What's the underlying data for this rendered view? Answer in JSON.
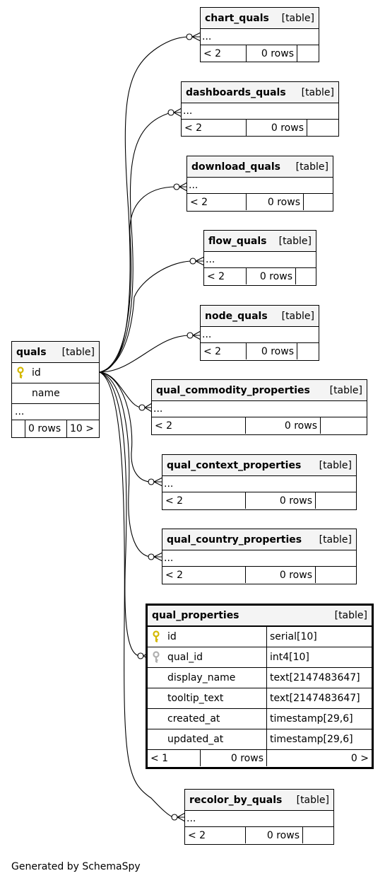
{
  "footer": "Generated by SchemaSpy",
  "quals": {
    "name": "quals",
    "type": "[table]",
    "columns": [
      {
        "name": "id",
        "key": "pk"
      },
      {
        "name": "name",
        "key": ""
      }
    ],
    "ellipsis": "...",
    "rows": "0 rows",
    "nav": "10 >"
  },
  "qual_properties": {
    "name": "qual_properties",
    "type": "[table]",
    "columns": [
      {
        "name": "id",
        "type": "serial[10]",
        "key": "pk"
      },
      {
        "name": "qual_id",
        "type": "int4[10]",
        "key": "fk"
      },
      {
        "name": "display_name",
        "type": "text[2147483647]",
        "key": ""
      },
      {
        "name": "tooltip_text",
        "type": "text[2147483647]",
        "key": ""
      },
      {
        "name": "created_at",
        "type": "timestamp[29,6]",
        "key": ""
      },
      {
        "name": "updated_at",
        "type": "timestamp[29,6]",
        "key": ""
      }
    ],
    "nav_left": "< 1",
    "rows": "0 rows",
    "nav_right": "0 >"
  },
  "child_tables": [
    {
      "name": "chart_quals",
      "type": "[table]",
      "ellipsis": "...",
      "nav": "< 2",
      "rows": "0 rows"
    },
    {
      "name": "dashboards_quals",
      "type": "[table]",
      "ellipsis": "...",
      "nav": "< 2",
      "rows": "0 rows"
    },
    {
      "name": "download_quals",
      "type": "[table]",
      "ellipsis": "...",
      "nav": "< 2",
      "rows": "0 rows"
    },
    {
      "name": "flow_quals",
      "type": "[table]",
      "ellipsis": "...",
      "nav": "< 2",
      "rows": "0 rows"
    },
    {
      "name": "node_quals",
      "type": "[table]",
      "ellipsis": "...",
      "nav": "< 2",
      "rows": "0 rows"
    },
    {
      "name": "qual_commodity_properties",
      "type": "[table]",
      "ellipsis": "...",
      "nav": "< 2",
      "rows": "0 rows"
    },
    {
      "name": "qual_context_properties",
      "type": "[table]",
      "ellipsis": "...",
      "nav": "< 2",
      "rows": "0 rows"
    },
    {
      "name": "qual_country_properties",
      "type": "[table]",
      "ellipsis": "...",
      "nav": "< 2",
      "rows": "0 rows"
    },
    {
      "name": "recolor_by_quals",
      "type": "[table]",
      "ellipsis": "...",
      "nav": "< 2",
      "rows": "0 rows"
    }
  ],
  "colors": {
    "header_bg": "#f4f4f4",
    "pk_key": "#d4b800",
    "fk_key": "#b0b0b0",
    "line": "#000000"
  }
}
